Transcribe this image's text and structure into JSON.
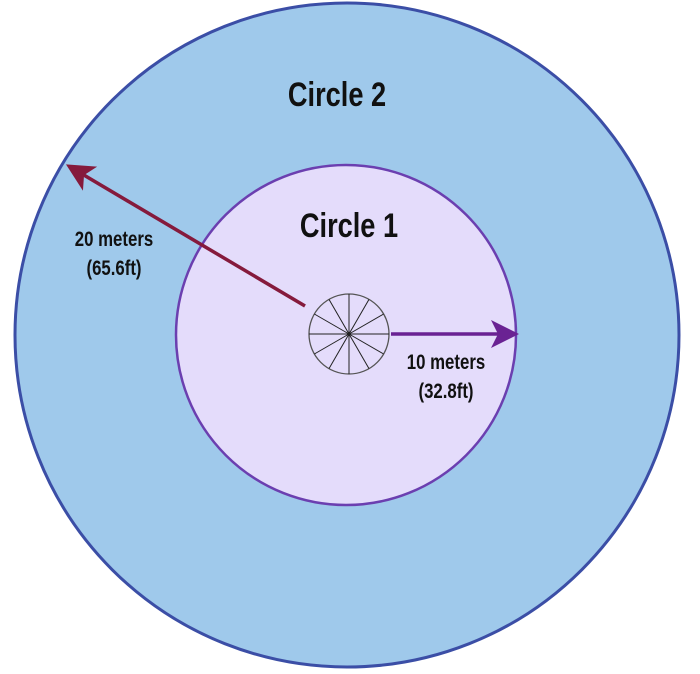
{
  "title_outer": "Circle 2",
  "title_inner": "Circle 1",
  "outer_radius_label": {
    "line1": "20 meters",
    "line2": "(65.6ft)"
  },
  "inner_radius_label": {
    "line1": "10 meters",
    "line2": "(32.8ft)"
  },
  "colors": {
    "outer_fill": "#9fc9eb",
    "outer_stroke": "#3b4ea6",
    "inner_fill": "#e4dcfb",
    "inner_stroke": "#6b3fb0",
    "outer_arrow": "#851a3c",
    "inner_arrow": "#6a2293"
  },
  "wheel_spokes": 12
}
